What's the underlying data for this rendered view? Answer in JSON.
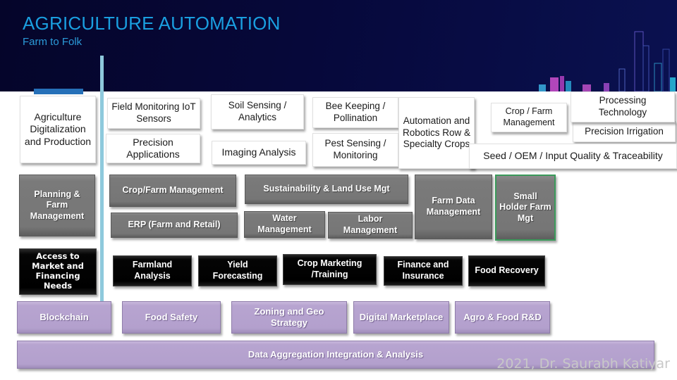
{
  "header": {
    "title": "AGRICULTURE AUTOMATION",
    "subtitle": "Farm to Folk",
    "title_color": "#1a9fe0",
    "background_color": "#06083a"
  },
  "categories": {
    "digitalization": "Agriculture Digitalization and Production",
    "planning": "Planning & Farm Management",
    "access": "Access to Market and Financing Needs"
  },
  "digitalization_items": {
    "field_monitoring": "Field Monitoring IoT Sensors",
    "precision_applications": "Precision Applications",
    "soil_sensing": "Soil Sensing / Analytics",
    "imaging_analysis": "Imaging Analysis",
    "bee_keeping": "Bee Keeping / Pollination",
    "pest_sensing": "Pest Sensing / Monitoring",
    "automation_robotics": "Automation and Robotics Row & Specialty Crops",
    "crop_farm_mgmt": "Crop / Farm Management",
    "processing_tech": "Processing Technology",
    "precision_irrigation": "Precision Irrigation",
    "seed_oem": "Seed / OEM / Input Quality &  Traceability"
  },
  "planning_items": {
    "crop_farm_mgmt": "Crop/Farm Management",
    "erp": "ERP (Farm and Retail)",
    "sustainability": "Sustainability & Land Use Mgt",
    "water": "Water Management",
    "labor": "Labor Management",
    "farm_data": "Farm Data Management",
    "small_holder": "Small Holder Farm Mgt"
  },
  "access_items": {
    "farmland": "Farmland Analysis",
    "yield": "Yield Forecasting",
    "crop_marketing": "Crop Marketing /Training",
    "finance": "Finance and Insurance",
    "food_recovery": "Food Recovery"
  },
  "foundation_items": {
    "blockchain": "Blockchain",
    "food_safety": "Food Safety",
    "zoning": "Zoning and Geo Strategy",
    "digital_marketplace": "Digital Marketplace",
    "agro_food": "Agro & Food R&D",
    "data_aggregation": "Data Aggregation Integration  & Analysis"
  },
  "watermark": "2021, Dr. Saurabh Katiyar",
  "colors": {
    "white_box": "#ffffff",
    "gray_box": "#7a7a7a",
    "black_box": "#000000",
    "purple_box": "#b3a0cd",
    "divider": "#8ec9dc",
    "accent": "#2670b8",
    "highlight_border": "#3a9a5a"
  }
}
